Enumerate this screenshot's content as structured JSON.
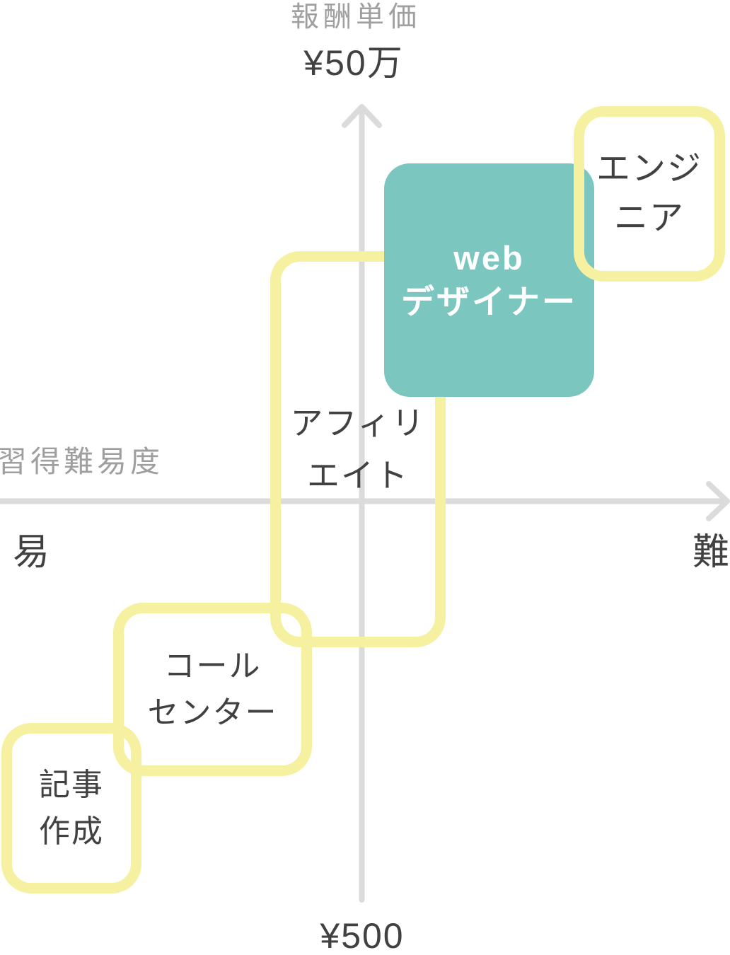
{
  "colors": {
    "accent_teal": "#7cc6c0",
    "highlight_yellow": "#f5f1a1",
    "axis_gray": "#dbdbdb",
    "text_dark": "#414141",
    "text_muted": "#9f9f9f",
    "text_on_accent": "#ffffff"
  },
  "axes": {
    "y": {
      "title": "報酬単価",
      "max_label": "¥50万",
      "min_label": "¥500"
    },
    "x": {
      "title": "習得難易度",
      "min_label": "易",
      "max_label": "難"
    }
  },
  "items": [
    {
      "id": "engineer",
      "label_lines": [
        "エンジ",
        "ニア"
      ],
      "style": "yellow-outline"
    },
    {
      "id": "web-designer",
      "label_lines": [
        "web",
        "デザイナー"
      ],
      "style": "teal-filled"
    },
    {
      "id": "affiliate",
      "label_lines": [
        "アフィリ",
        "エイト"
      ],
      "style": "yellow-outline"
    },
    {
      "id": "call-center",
      "label_lines": [
        "コール",
        "センター"
      ],
      "style": "yellow-outline"
    },
    {
      "id": "article-writing",
      "label_lines": [
        "記事",
        "作成"
      ],
      "style": "yellow-outline"
    }
  ]
}
